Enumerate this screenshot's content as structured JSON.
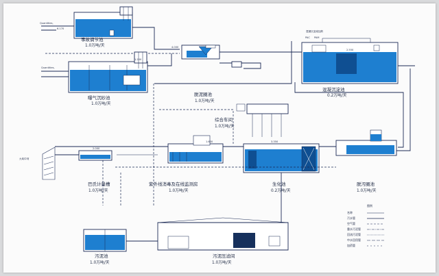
{
  "units": {
    "regulating_tank": {
      "name": "事故调节池",
      "capacity": "1.0万吨/天"
    },
    "grit_tank": {
      "name": "曝气沉砂池",
      "capacity": "1.0万吨/天"
    },
    "coag_tank": {
      "name": "混凝沉淀池",
      "capacity": "0.2万吨/天"
    },
    "sludge_thicken": {
      "name": "脱泥圈池",
      "capacity": "1.0万吨/天"
    },
    "workshop": {
      "name": "综合车间",
      "capacity": "1.0万吨/天"
    },
    "parshall": {
      "name": "巴氏计量槽",
      "capacity": "1.0万吨/天"
    },
    "uv_room": {
      "name": "紫外线消毒及在线监测房",
      "capacity": "1.0万吨/天"
    },
    "bio_tank": {
      "name": "生化池",
      "capacity": "0.2万吨/天"
    },
    "sludge_tank2": {
      "name": "脱污圈池",
      "capacity": "1.0万吨/天"
    },
    "sludge_pool": {
      "name": "污泥池",
      "capacity": "1.0万吨/天"
    },
    "press_room": {
      "name": "污泥压滤间",
      "capacity": "1.0万吨/天"
    }
  },
  "legend": {
    "title": "图例",
    "items": [
      {
        "name": "名称",
        "line": "solid"
      },
      {
        "name": "污水管",
        "line": "solid"
      },
      {
        "name": "空气管",
        "line": "dash"
      },
      {
        "name": "重水污泥管",
        "line": "dash"
      },
      {
        "name": "回流污泥管",
        "line": "dash"
      },
      {
        "name": "中水回用管",
        "line": "dash"
      },
      {
        "name": "加药管",
        "line": "dash"
      }
    ]
  },
  "colors": {
    "water": "#1e7fd0",
    "line": "#1b2a55",
    "paper": "#fbfbfb"
  },
  "small_labels": {
    "inlet_top_a": "Quantities,",
    "inlet_top_b": "6.170",
    "inlet_mid": "Quantities,",
    "river": "九旬中河",
    "elev_a": "4.000",
    "elev_b": "1.200",
    "elev_c": "2.550",
    "elev_d": "3.350",
    "elev_e": "1.600",
    "elev_f": "2.000",
    "coag_header": "混凝沉淀池加药",
    "pac": "PAC",
    "pam": "PAM"
  }
}
